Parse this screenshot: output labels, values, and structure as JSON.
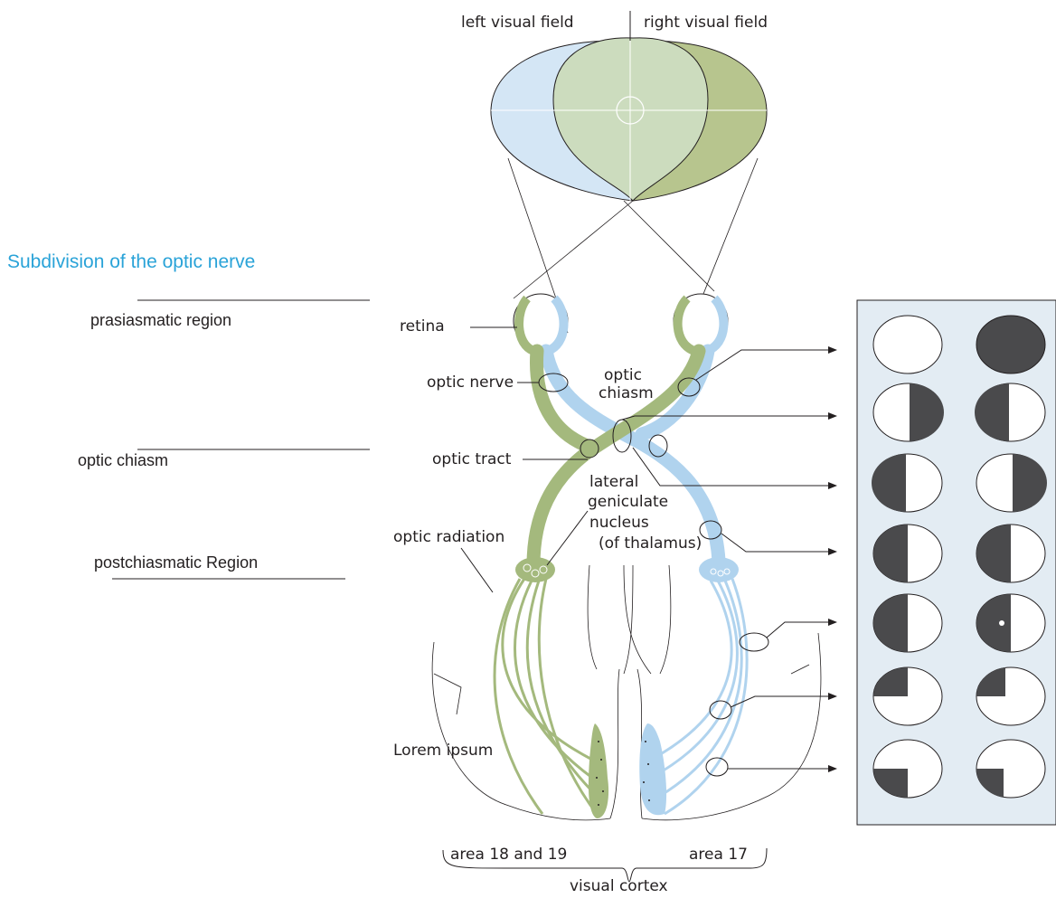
{
  "heading": "Subdivision of the optic nerve",
  "colors": {
    "heading": "#2aa3d8",
    "left_field": "#d4e6f5",
    "right_field": "#b7c58e",
    "overlap": "#ccdcbe",
    "left_pathway": "#b0d3ee",
    "right_pathway": "#a4b97d",
    "panel_bg": "#e3ecf3",
    "defect": "#4a4a4c"
  },
  "visual_field": {
    "left_label": "left visual field",
    "right_label": "right visual field"
  },
  "regions": [
    "prasiasmatic region",
    "optic chiasm",
    "postchiasmatic Region"
  ],
  "structures": {
    "retina": "retina",
    "optic_nerve": "optic nerve",
    "optic_chiasm": "optic\nchiasm",
    "optic_tract": "optic tract",
    "lgn": "lateral\ngeniculate\nnucleus\n(of thalamus)",
    "optic_radiation": "optic radiation",
    "lorem": "Lorem ipsum",
    "area_18_19": "area 18 and 19",
    "area_17": "area 17",
    "visual_cortex": "visual cortex"
  },
  "defect_panel": {
    "rows": 7,
    "description_icons": "pairs of visual field defect maps (left eye, right eye)"
  }
}
